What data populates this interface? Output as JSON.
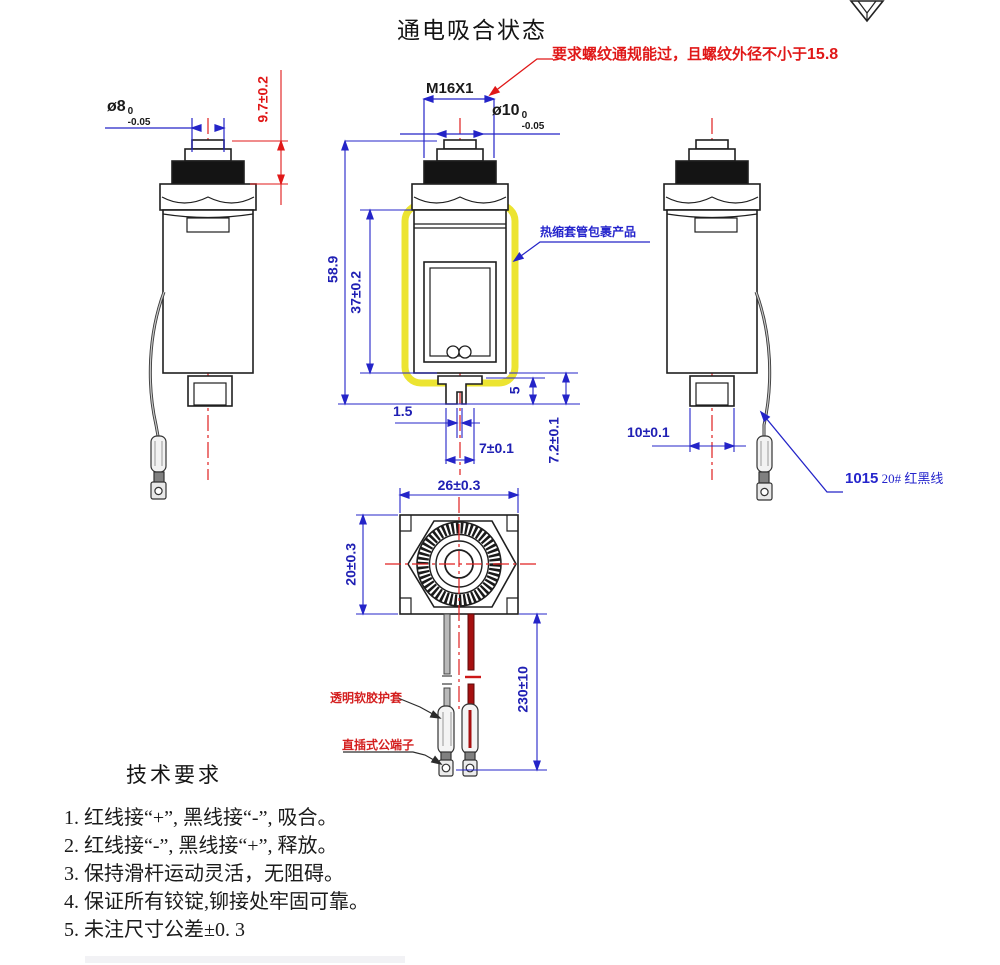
{
  "title": "通电吸合状态",
  "top_note": {
    "text": "要求螺纹通规能过，且螺纹外径不小于",
    "value": "15.8"
  },
  "dims": {
    "d8_base": "ø8",
    "d8_upper": "0",
    "d8_lower": "-0.05",
    "d97": "9.7±0.2",
    "m16": "M16X1",
    "d10_base": "ø10",
    "d10_upper": "0",
    "d10_lower": "-0.05",
    "d589": "58.9",
    "d37": "37±0.2",
    "d15": "1.5",
    "d5": "5",
    "d7": "7±0.1",
    "d72": "7.2±0.1",
    "d10b": "10±0.1",
    "d26": "26±0.3",
    "d20": "20±0.3",
    "d230": "230±10"
  },
  "notes": {
    "shrink": "热缩套管包裹产品",
    "wire_num": "1015",
    "wire_rest": " 20#  红黑线",
    "sheath": "透明软胶护套",
    "terminal": "直插式公端子"
  },
  "tech": {
    "heading": "技术要求",
    "items": [
      "1. 红线接“+”, 黑线接“-”, 吸合。",
      "2. 红线接“-”, 黑线接“+”, 释放。",
      "3. 保持滑杆运动灵活，无阻碍。",
      "4. 保证所有铰锭,铆接处牢固可靠。",
      "5. 未注尺寸公差±0. 3"
    ]
  },
  "colors": {
    "dimension_blue": "#2424c8",
    "annotation_red": "#e01818",
    "highlight_yellow": "#f0e832",
    "wire_red": "#a61010"
  }
}
